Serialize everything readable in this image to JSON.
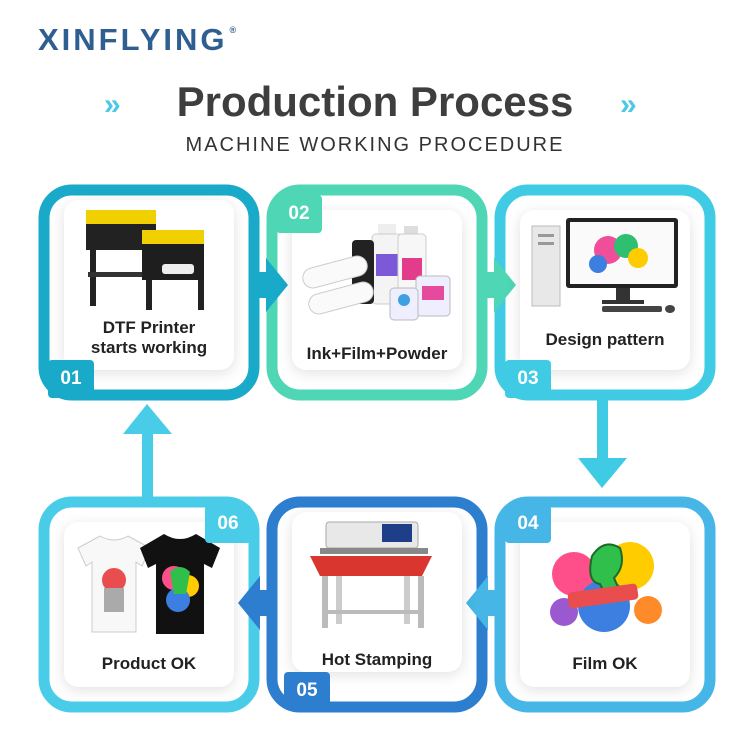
{
  "header": {
    "brand": "XINFLYING",
    "brand_mark": "®",
    "title": "Production Process",
    "title_deco": "»",
    "subtitle": "MACHINE WORKING PROCEDURE"
  },
  "steps": [
    {
      "number": "01",
      "label_lines": [
        "DTF Printer",
        "starts working"
      ],
      "icon": "dtf-printer-icon"
    },
    {
      "number": "02",
      "label_lines": [
        "Ink+Film+Powder"
      ],
      "icon": "ink-film-powder-icon"
    },
    {
      "number": "03",
      "label_lines": [
        "Design pattern"
      ],
      "icon": "computer-icon"
    },
    {
      "number": "04",
      "label_lines": [
        "Film OK"
      ],
      "icon": "dinosaur-print-icon"
    },
    {
      "number": "05",
      "label_lines": [
        "Hot Stamping"
      ],
      "icon": "heat-press-icon"
    },
    {
      "number": "06",
      "label_lines": [
        "Product OK"
      ],
      "icon": "tshirts-icon"
    }
  ],
  "colors": {
    "brand": "#2f5f90",
    "step1": "#19a9c9",
    "step2": "#4fd6b4",
    "step3": "#40cbe4",
    "step4": "#46b6e6",
    "step5": "#2e7ed0",
    "step6": "#49cce8"
  }
}
